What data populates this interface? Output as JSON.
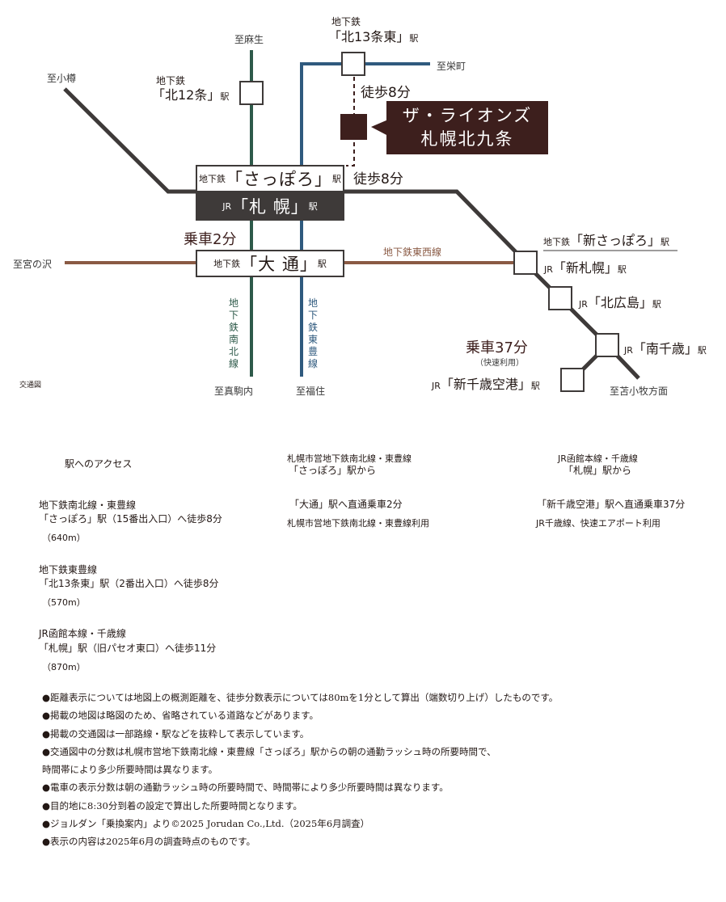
{
  "map": {
    "caption": "交通図",
    "colors": {
      "jr_line": "#3e3a39",
      "namboku_line": "#2e5a4a",
      "toho_line": "#2f5a7e",
      "tozai_line": "#8a5a44",
      "property": "#3d1f1d",
      "time_text": "#3d1f1d"
    },
    "directions": {
      "otaru": "至小樽",
      "asabu": "至麻生",
      "sakaemachi": "至栄町",
      "miyanosawa": "至宮の沢",
      "makomanai": "至真駒内",
      "fukuzumi": "至福住",
      "tomakomai": "至苫小牧方面"
    },
    "lines": {
      "namboku": "地下鉄南北線",
      "toho": "地下鉄東豊線",
      "tozai": "地下鉄東西線"
    },
    "stations": {
      "kita12": {
        "prefix": "地下鉄",
        "name": "「北12条」",
        "suffix": "駅"
      },
      "kita13higashi": {
        "prefix": "地下鉄",
        "name": "「北13条東」",
        "suffix": "駅"
      },
      "sapporo_subway": {
        "prefix": "地下鉄",
        "name": "「さっぽろ」",
        "suffix": "駅"
      },
      "sapporo_jr": {
        "prefix": "JR",
        "name": "「札 幌」",
        "suffix": "駅"
      },
      "odori": {
        "prefix": "地下鉄",
        "name": "「大 通」",
        "suffix": "駅"
      },
      "shin_sapporo_subway": {
        "prefix": "地下鉄",
        "name": "「新さっぽろ」",
        "suffix": "駅"
      },
      "shin_sapporo_jr": {
        "prefix": "JR",
        "name": "「新札幌」",
        "suffix": "駅"
      },
      "kitahiroshima": {
        "prefix": "JR",
        "name": "「北広島」",
        "suffix": "駅"
      },
      "minami_chitose": {
        "prefix": "JR",
        "name": "「南千歳」",
        "suffix": "駅"
      },
      "new_chitose_airport": {
        "prefix": "JR",
        "name": "「新千歳空港」",
        "suffix": "駅"
      }
    },
    "property": {
      "line1": "ザ・ライオンズ",
      "line2": "札幌北九条"
    },
    "times": {
      "walk_kita13": "徒歩8分",
      "walk_sapporo": "徒歩8分",
      "ride_odori": "乗車2分",
      "ride_airport": "乗車37分",
      "ride_airport_note": "（快速利用）"
    }
  },
  "access": {
    "title": "駅へのアクセス",
    "items": [
      {
        "line": "地下鉄南北線・東豊線",
        "route": "「さっぽろ」駅（15番出入口）へ徒歩8分",
        "distance": "（640m）"
      },
      {
        "line": "地下鉄東豊線",
        "route": "「北13条東」駅（2番出入口）へ徒歩8分",
        "distance": "（570m）"
      },
      {
        "line": "JR函館本線・千歳線",
        "route": "「札幌」駅（旧パセオ東口）へ徒歩11分",
        "distance": "（870m）"
      }
    ],
    "from_subway": {
      "line": "札幌市営地下鉄南北線・東豊線",
      "station": "「さっぽろ」駅から",
      "dest": "「大通」駅へ直通乗車2分",
      "note": "札幌市営地下鉄南北線・東豊線利用"
    },
    "from_jr": {
      "line": "JR函館本線・千歳線",
      "station": "「札幌」駅から",
      "dest": "「新千歳空港」駅へ直通乗車37分",
      "note": "JR千歳線、快速エアポート利用"
    }
  },
  "notes": [
    "●距離表示については地図上の概測距離を、徒歩分数表示については80mを1分として算出（端数切り上げ）したものです。",
    "●掲載の地図は略図のため、省略されている道路などがあります。",
    "●掲載の交通図は一部路線・駅などを抜粋して表示しています。",
    "●交通図中の分数は札幌市営地下鉄南北線・東豊線「さっぽろ」駅からの朝の通勤ラッシュ時の所要時間で、",
    "時間帯により多少所要時間は異なります。",
    "●電車の表示分数は朝の通勤ラッシュ時の所要時間で、時間帯により多少所要時間は異なります。",
    "●目的地に8:30分到着の設定で算出した所要時間となります。",
    "●ジョルダン「乗換案内」より©2025 Jorudan Co.,Ltd.（2025年6月調査）",
    "●表示の内容は2025年6月の調査時点のものです。"
  ]
}
